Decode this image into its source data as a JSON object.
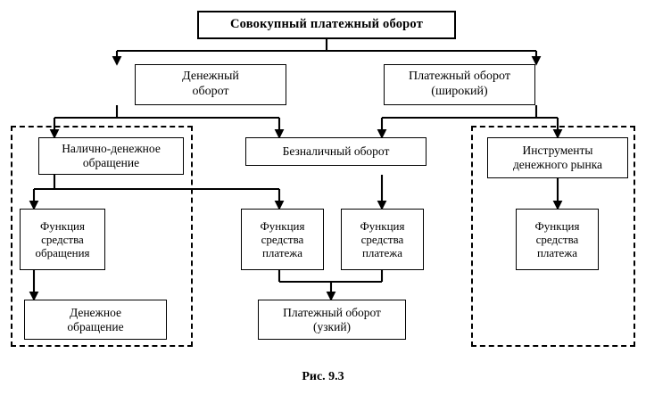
{
  "figure": {
    "caption": "Рис. 9.3"
  },
  "nodes": {
    "root": {
      "name": "total-payment-turnover",
      "lines": [
        "Совокупный платежный оборот"
      ]
    },
    "money_turnover": {
      "name": "money-turnover",
      "lines": [
        "Денежный",
        "оборот"
      ]
    },
    "payment_turnover_broad": {
      "name": "payment-turnover-broad",
      "lines": [
        "Платежный оборот",
        "(широкий)"
      ]
    },
    "cash_circulation": {
      "name": "cash-circulation",
      "lines": [
        "Налично-денежное",
        "обращение"
      ]
    },
    "noncash_turnover": {
      "name": "noncash-turnover",
      "lines": [
        "Безналичный оборот"
      ]
    },
    "money_market_instruments": {
      "name": "money-market-instruments",
      "lines": [
        "Инструменты",
        "денежного рынка"
      ]
    },
    "fn_medium_circulation": {
      "name": "function-medium-of-circulation",
      "lines": [
        "Функция",
        "средства",
        "обращения"
      ]
    },
    "fn_medium_payment_1": {
      "name": "function-medium-of-payment-cash",
      "lines": [
        "Функция",
        "средства",
        "платежа"
      ]
    },
    "fn_medium_payment_2": {
      "name": "function-medium-of-payment-noncash",
      "lines": [
        "Функция",
        "средства",
        "платежа"
      ]
    },
    "fn_medium_payment_3": {
      "name": "function-medium-of-payment-market",
      "lines": [
        "Функция",
        "средства",
        "платежа"
      ]
    },
    "money_circulation": {
      "name": "money-circulation",
      "lines": [
        "Денежное",
        "обращение"
      ]
    },
    "payment_turnover_narrow": {
      "name": "payment-turnover-narrow",
      "lines": [
        "Платежный оборот",
        "(узкий)"
      ]
    }
  },
  "groups": {
    "left": {
      "name": "dashed-group-cash"
    },
    "right": {
      "name": "dashed-group-money-market"
    }
  },
  "colors": {
    "stroke": "#000000",
    "background": "#ffffff"
  }
}
